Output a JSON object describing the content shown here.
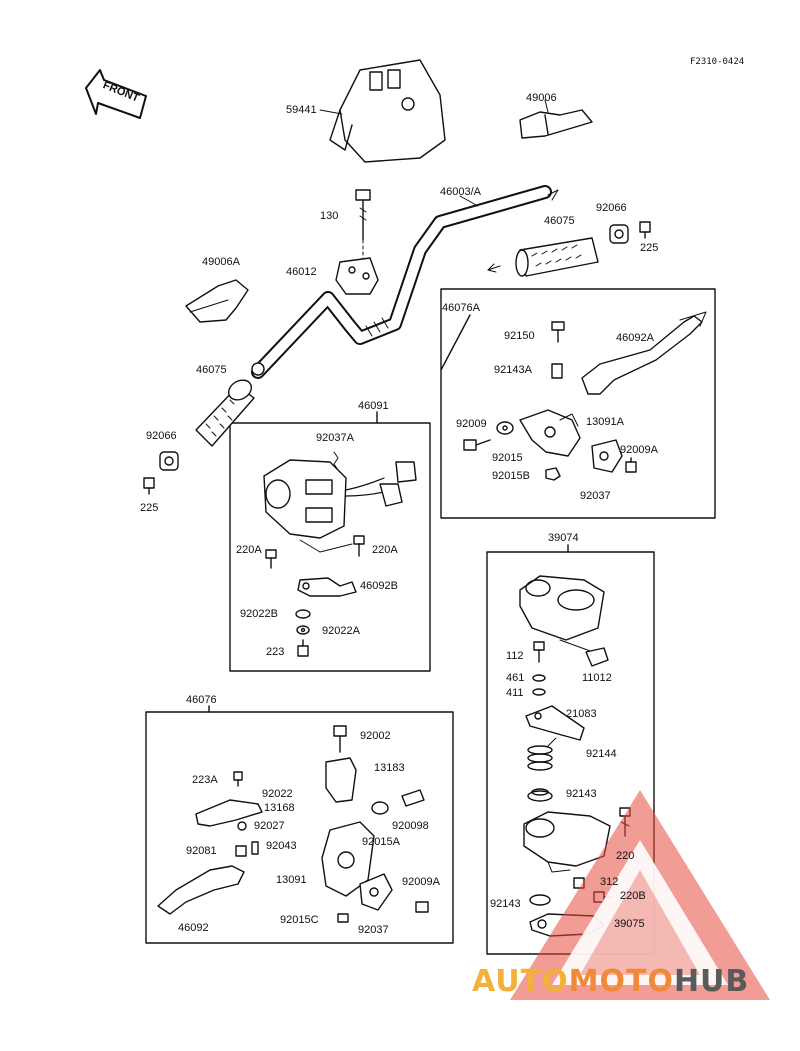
{
  "diagram_code": "F2310-0424",
  "front_arrow_label": "FRONT",
  "watermark": {
    "part1": "AUTO",
    "part2": "MOTO",
    "part3": "HUB"
  },
  "colors": {
    "line": "#111111",
    "watermark_red": "#e64a3c",
    "watermark_orange": "#f2b13a",
    "watermark_gray": "#5a5a5a"
  },
  "groups": {
    "g46091": "46091",
    "g46076A": "46076A",
    "g39074": "39074",
    "g46076": "46076"
  },
  "parts": {
    "p59441": "59441",
    "p49006": "49006",
    "p130": "130",
    "p46003A": "46003/A",
    "p92066a": "92066",
    "p46075a": "46075",
    "p225a": "225",
    "p49006A": "49006A",
    "p46012": "46012",
    "p46075b": "46075",
    "p92066b": "92066",
    "p225b": "225",
    "p92037A": "92037A",
    "p220A_l": "220A",
    "p220A_r": "220A",
    "p46092B": "46092B",
    "p92022B": "92022B",
    "p92022A": "92022A",
    "p223": "223",
    "p92150": "92150",
    "p46092A": "46092A",
    "p92143A": "92143A",
    "p92009": "92009",
    "p13091A": "13091A",
    "p92015": "92015",
    "p92009A_t": "92009A",
    "p92015B": "92015B",
    "p92037_t": "92037",
    "p112": "112",
    "p11012": "11012",
    "p461": "461",
    "p411": "411",
    "p21083": "21083",
    "p92144": "92144",
    "p92143_a": "92143",
    "p220": "220",
    "p312": "312",
    "p220B": "220B",
    "p92143_b": "92143",
    "p39075": "39075",
    "p92002": "92002",
    "p13183": "13183",
    "p223A": "223A",
    "p92022": "92022",
    "p13168": "13168",
    "p92009B": "920098",
    "p92027": "92027",
    "p92015A": "92015A",
    "p92081": "92081",
    "p92043": "92043",
    "p13091": "13091",
    "p92009A_b": "92009A",
    "p92015C": "92015C",
    "p92037_b": "92037",
    "p46092": "46092"
  }
}
